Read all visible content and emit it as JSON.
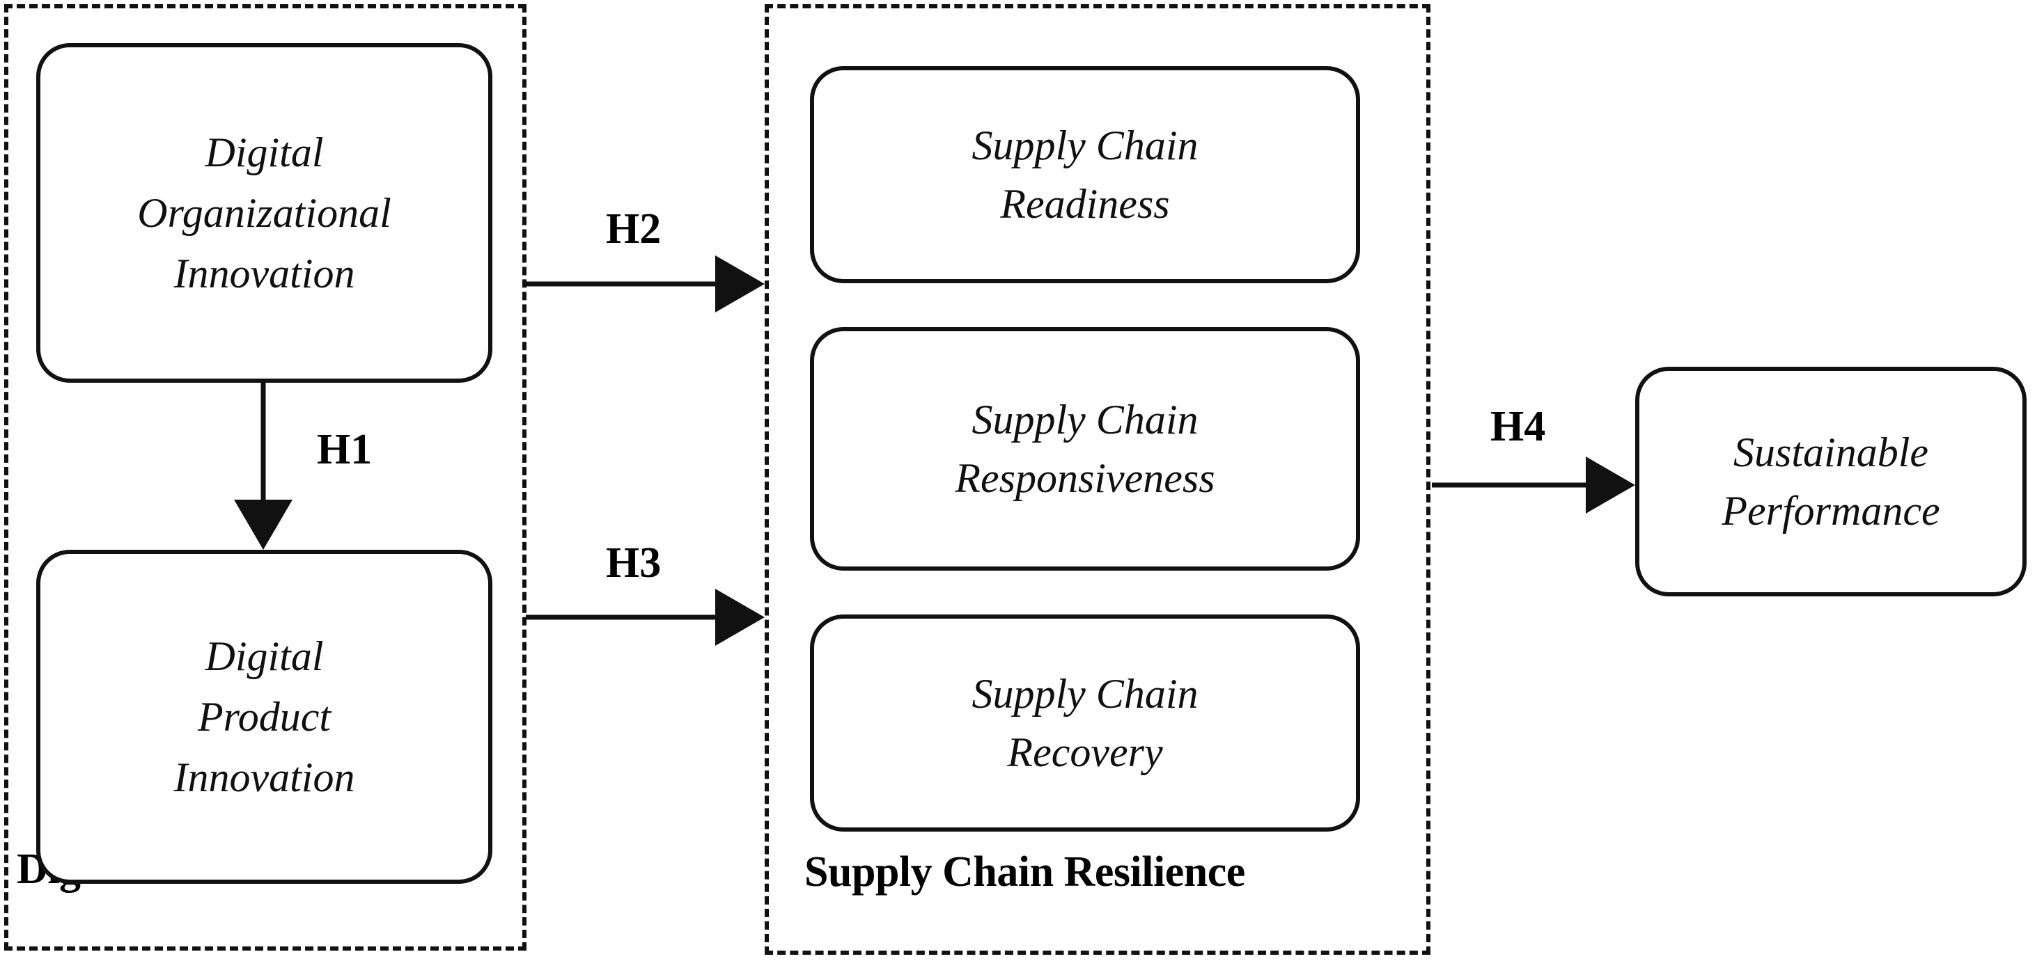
{
  "figure": {
    "type": "conceptual-research-model",
    "background_color": "#ffffff",
    "line_color": "#111111"
  },
  "groups": [
    {
      "id": "digital-innovation",
      "label": "Digital Innovation",
      "border_style": "dashed"
    },
    {
      "id": "supply-chain-resilience",
      "label": "Supply Chain Resilience",
      "border_style": "dashed"
    }
  ],
  "nodes": [
    {
      "id": "digital-organizational-innovation",
      "label": "Digital\nOrganizational\nInnovation",
      "group": "digital-innovation"
    },
    {
      "id": "digital-product-innovation",
      "label": "Digital\nProduct\nInnovation",
      "group": "digital-innovation"
    },
    {
      "id": "supply-chain-readiness",
      "label": "Supply Chain\nReadiness",
      "group": "supply-chain-resilience"
    },
    {
      "id": "supply-chain-responsiveness",
      "label": "Supply Chain\nResponsiveness",
      "group": "supply-chain-resilience"
    },
    {
      "id": "supply-chain-recovery",
      "label": "Supply Chain\nRecovery",
      "group": "supply-chain-resilience"
    },
    {
      "id": "sustainable-performance",
      "label": "Sustainable\nPerformance",
      "group": null
    }
  ],
  "hypotheses": [
    {
      "id": "H1",
      "label": "H1",
      "from": "digital-organizational-innovation",
      "to": "digital-product-innovation",
      "direction": "down"
    },
    {
      "id": "H2",
      "label": "H2",
      "from": "digital-innovation",
      "to": "supply-chain-resilience",
      "direction": "right"
    },
    {
      "id": "H3",
      "label": "H3",
      "from": "digital-innovation",
      "to": "supply-chain-resilience",
      "direction": "right"
    },
    {
      "id": "H4",
      "label": "H4",
      "from": "supply-chain-resilience",
      "to": "sustainable-performance",
      "direction": "right"
    }
  ]
}
